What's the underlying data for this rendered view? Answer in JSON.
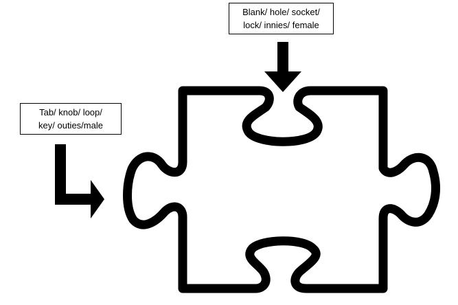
{
  "labels": {
    "blank": {
      "line1": "Blank/ hole/ socket/",
      "line2": "lock/ innies/ female"
    },
    "tab": {
      "line1": "Tab/ knob/ loop/",
      "line2": "key/ outies/male"
    }
  },
  "colors": {
    "stroke": "#000000",
    "background": "#ffffff"
  }
}
